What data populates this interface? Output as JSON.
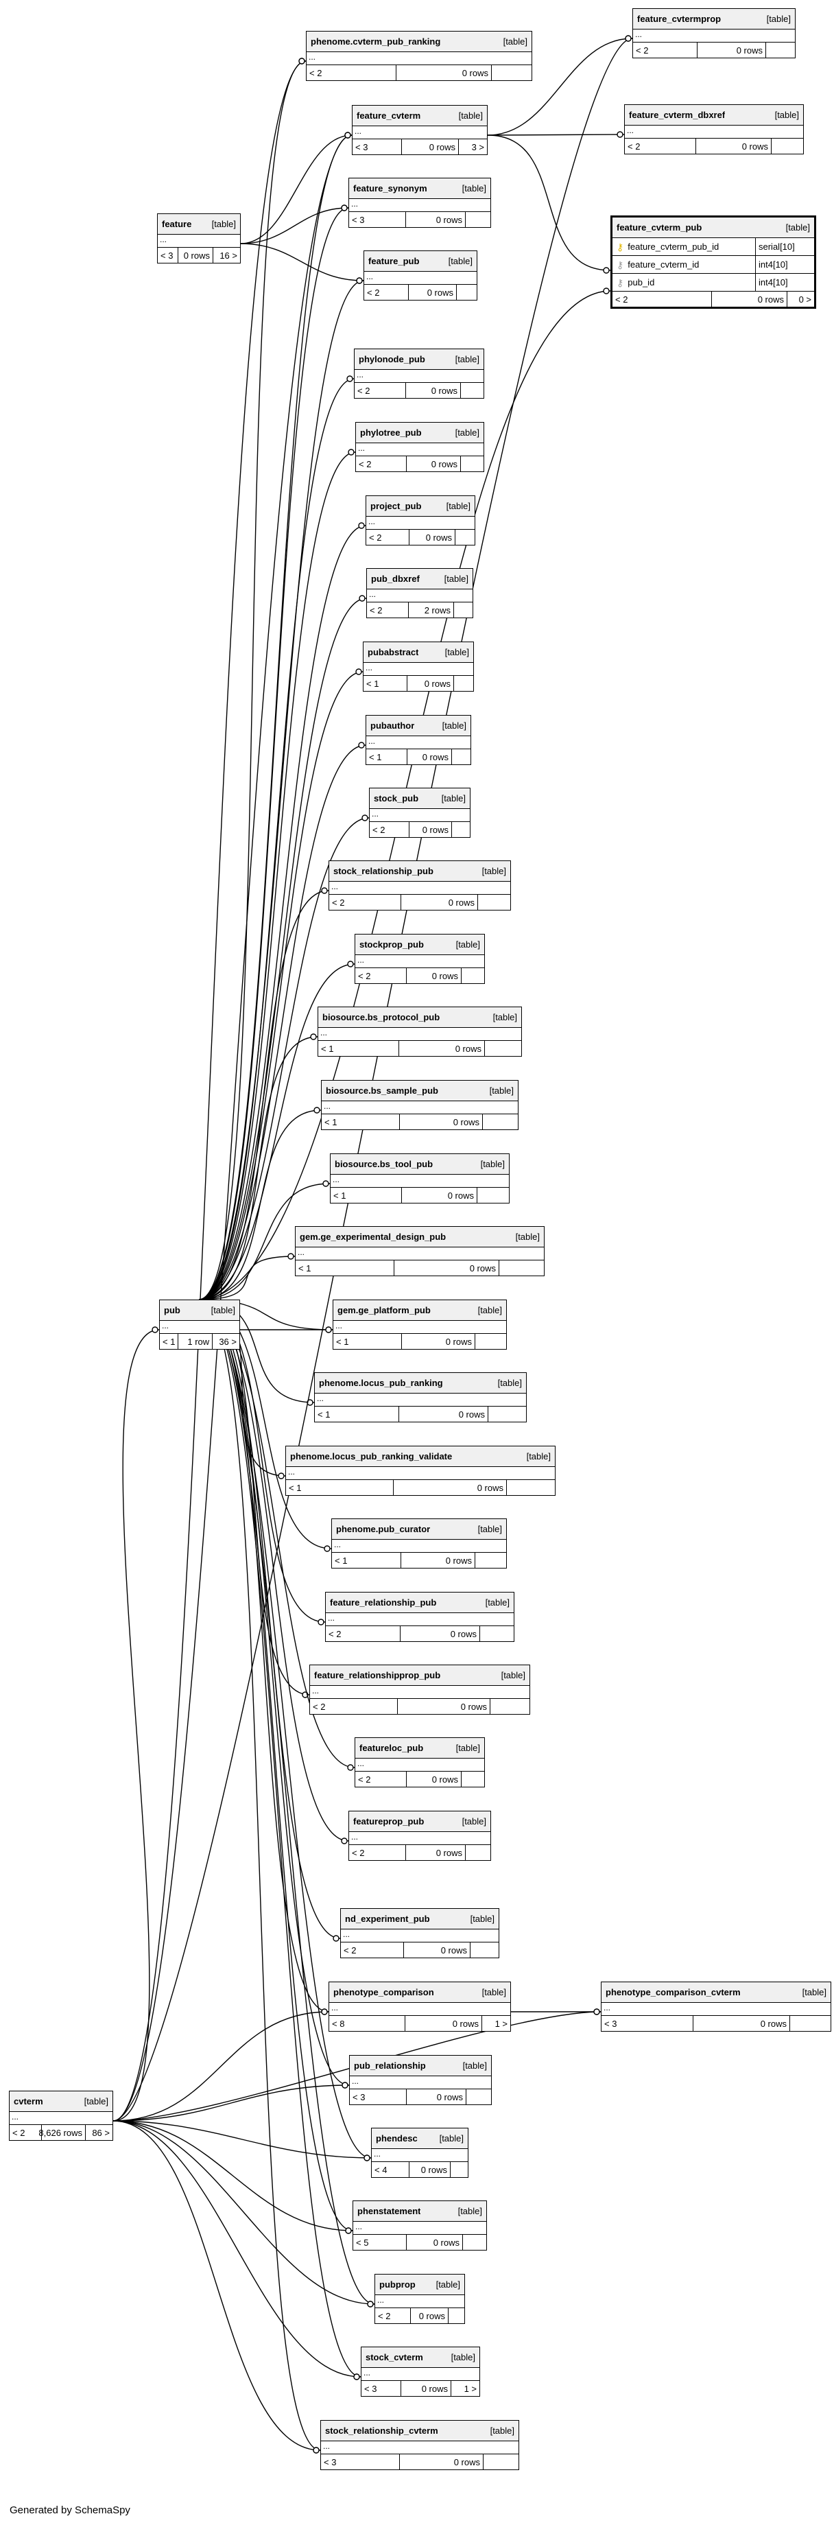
{
  "generator": "Generated by SchemaSpy",
  "kind_label": "[table]",
  "ellipsis": "...",
  "focus_table": {
    "name": "feature_cvterm_pub",
    "kind": "[table]",
    "columns": [
      {
        "name": "feature_cvterm_pub_id",
        "type": "serial[10]",
        "icon": "primary-key-icon"
      },
      {
        "name": "feature_cvterm_id",
        "type": "int4[10]",
        "icon": "foreign-key-icon"
      },
      {
        "name": "pub_id",
        "type": "int4[10]",
        "icon": "foreign-key-icon"
      }
    ],
    "parents": "< 2",
    "rows": "0 rows",
    "children": "0 >"
  },
  "tables": [
    {
      "id": "phenome_cvterm_pub_ranking",
      "name": "phenome.cvterm_pub_ranking",
      "parents": "< 2",
      "rows": "0 rows",
      "children": ""
    },
    {
      "id": "feature_cvtermprop",
      "name": "feature_cvtermprop",
      "parents": "< 2",
      "rows": "0 rows",
      "children": ""
    },
    {
      "id": "feature_cvterm",
      "name": "feature_cvterm",
      "parents": "< 3",
      "rows": "0 rows",
      "children": "3 >"
    },
    {
      "id": "feature_cvterm_dbxref",
      "name": "feature_cvterm_dbxref",
      "parents": "< 2",
      "rows": "0 rows",
      "children": ""
    },
    {
      "id": "feature_synonym",
      "name": "feature_synonym",
      "parents": "< 3",
      "rows": "0 rows",
      "children": ""
    },
    {
      "id": "feature",
      "name": "feature",
      "parents": "< 3",
      "rows": "0 rows",
      "children": "16 >"
    },
    {
      "id": "feature_pub",
      "name": "feature_pub",
      "parents": "< 2",
      "rows": "0 rows",
      "children": ""
    },
    {
      "id": "phylonode_pub",
      "name": "phylonode_pub",
      "parents": "< 2",
      "rows": "0 rows",
      "children": ""
    },
    {
      "id": "phylotree_pub",
      "name": "phylotree_pub",
      "parents": "< 2",
      "rows": "0 rows",
      "children": ""
    },
    {
      "id": "project_pub",
      "name": "project_pub",
      "parents": "< 2",
      "rows": "0 rows",
      "children": ""
    },
    {
      "id": "pub_dbxref",
      "name": "pub_dbxref",
      "parents": "< 2",
      "rows": "2 rows",
      "children": ""
    },
    {
      "id": "pubabstract",
      "name": "pubabstract",
      "parents": "< 1",
      "rows": "0 rows",
      "children": ""
    },
    {
      "id": "pubauthor",
      "name": "pubauthor",
      "parents": "< 1",
      "rows": "0 rows",
      "children": ""
    },
    {
      "id": "stock_pub",
      "name": "stock_pub",
      "parents": "< 2",
      "rows": "0 rows",
      "children": ""
    },
    {
      "id": "stock_relationship_pub",
      "name": "stock_relationship_pub",
      "parents": "< 2",
      "rows": "0 rows",
      "children": ""
    },
    {
      "id": "stockprop_pub",
      "name": "stockprop_pub",
      "parents": "< 2",
      "rows": "0 rows",
      "children": ""
    },
    {
      "id": "bs_protocol_pub",
      "name": "biosource.bs_protocol_pub",
      "parents": "< 1",
      "rows": "0 rows",
      "children": ""
    },
    {
      "id": "bs_sample_pub",
      "name": "biosource.bs_sample_pub",
      "parents": "< 1",
      "rows": "0 rows",
      "children": ""
    },
    {
      "id": "bs_tool_pub",
      "name": "biosource.bs_tool_pub",
      "parents": "< 1",
      "rows": "0 rows",
      "children": ""
    },
    {
      "id": "ge_experimental_design_pub",
      "name": "gem.ge_experimental_design_pub",
      "parents": "< 1",
      "rows": "0 rows",
      "children": ""
    },
    {
      "id": "pub",
      "name": "pub",
      "parents": "< 1",
      "rows": "1 row",
      "children": "36 >"
    },
    {
      "id": "ge_platform_pub",
      "name": "gem.ge_platform_pub",
      "parents": "< 1",
      "rows": "0 rows",
      "children": ""
    },
    {
      "id": "locus_pub_ranking",
      "name": "phenome.locus_pub_ranking",
      "parents": "< 1",
      "rows": "0 rows",
      "children": ""
    },
    {
      "id": "locus_pub_ranking_validate",
      "name": "phenome.locus_pub_ranking_validate",
      "parents": "< 1",
      "rows": "0 rows",
      "children": ""
    },
    {
      "id": "pub_curator",
      "name": "phenome.pub_curator",
      "parents": "< 1",
      "rows": "0 rows",
      "children": ""
    },
    {
      "id": "feature_relationship_pub",
      "name": "feature_relationship_pub",
      "parents": "< 2",
      "rows": "0 rows",
      "children": ""
    },
    {
      "id": "feature_relationshipprop_pub",
      "name": "feature_relationshipprop_pub",
      "parents": "< 2",
      "rows": "0 rows",
      "children": ""
    },
    {
      "id": "featureloc_pub",
      "name": "featureloc_pub",
      "parents": "< 2",
      "rows": "0 rows",
      "children": ""
    },
    {
      "id": "featureprop_pub",
      "name": "featureprop_pub",
      "parents": "< 2",
      "rows": "0 rows",
      "children": ""
    },
    {
      "id": "nd_experiment_pub",
      "name": "nd_experiment_pub",
      "parents": "< 2",
      "rows": "0 rows",
      "children": ""
    },
    {
      "id": "phenotype_comparison",
      "name": "phenotype_comparison",
      "parents": "< 8",
      "rows": "0 rows",
      "children": "1 >"
    },
    {
      "id": "phenotype_comparison_cvterm",
      "name": "phenotype_comparison_cvterm",
      "parents": "< 3",
      "rows": "0 rows",
      "children": ""
    },
    {
      "id": "pub_relationship",
      "name": "pub_relationship",
      "parents": "< 3",
      "rows": "0 rows",
      "children": ""
    },
    {
      "id": "cvterm",
      "name": "cvterm",
      "parents": "< 2",
      "rows": "8,626 rows",
      "children": "86 >"
    },
    {
      "id": "phendesc",
      "name": "phendesc",
      "parents": "< 4",
      "rows": "0 rows",
      "children": ""
    },
    {
      "id": "phenstatement",
      "name": "phenstatement",
      "parents": "< 5",
      "rows": "0 rows",
      "children": ""
    },
    {
      "id": "pubprop",
      "name": "pubprop",
      "parents": "< 2",
      "rows": "0 rows",
      "children": ""
    },
    {
      "id": "stock_cvterm",
      "name": "stock_cvterm",
      "parents": "< 3",
      "rows": "0 rows",
      "children": "1 >"
    },
    {
      "id": "stock_relationship_cvterm",
      "name": "stock_relationship_cvterm",
      "parents": "< 3",
      "rows": "0 rows",
      "children": ""
    }
  ]
}
